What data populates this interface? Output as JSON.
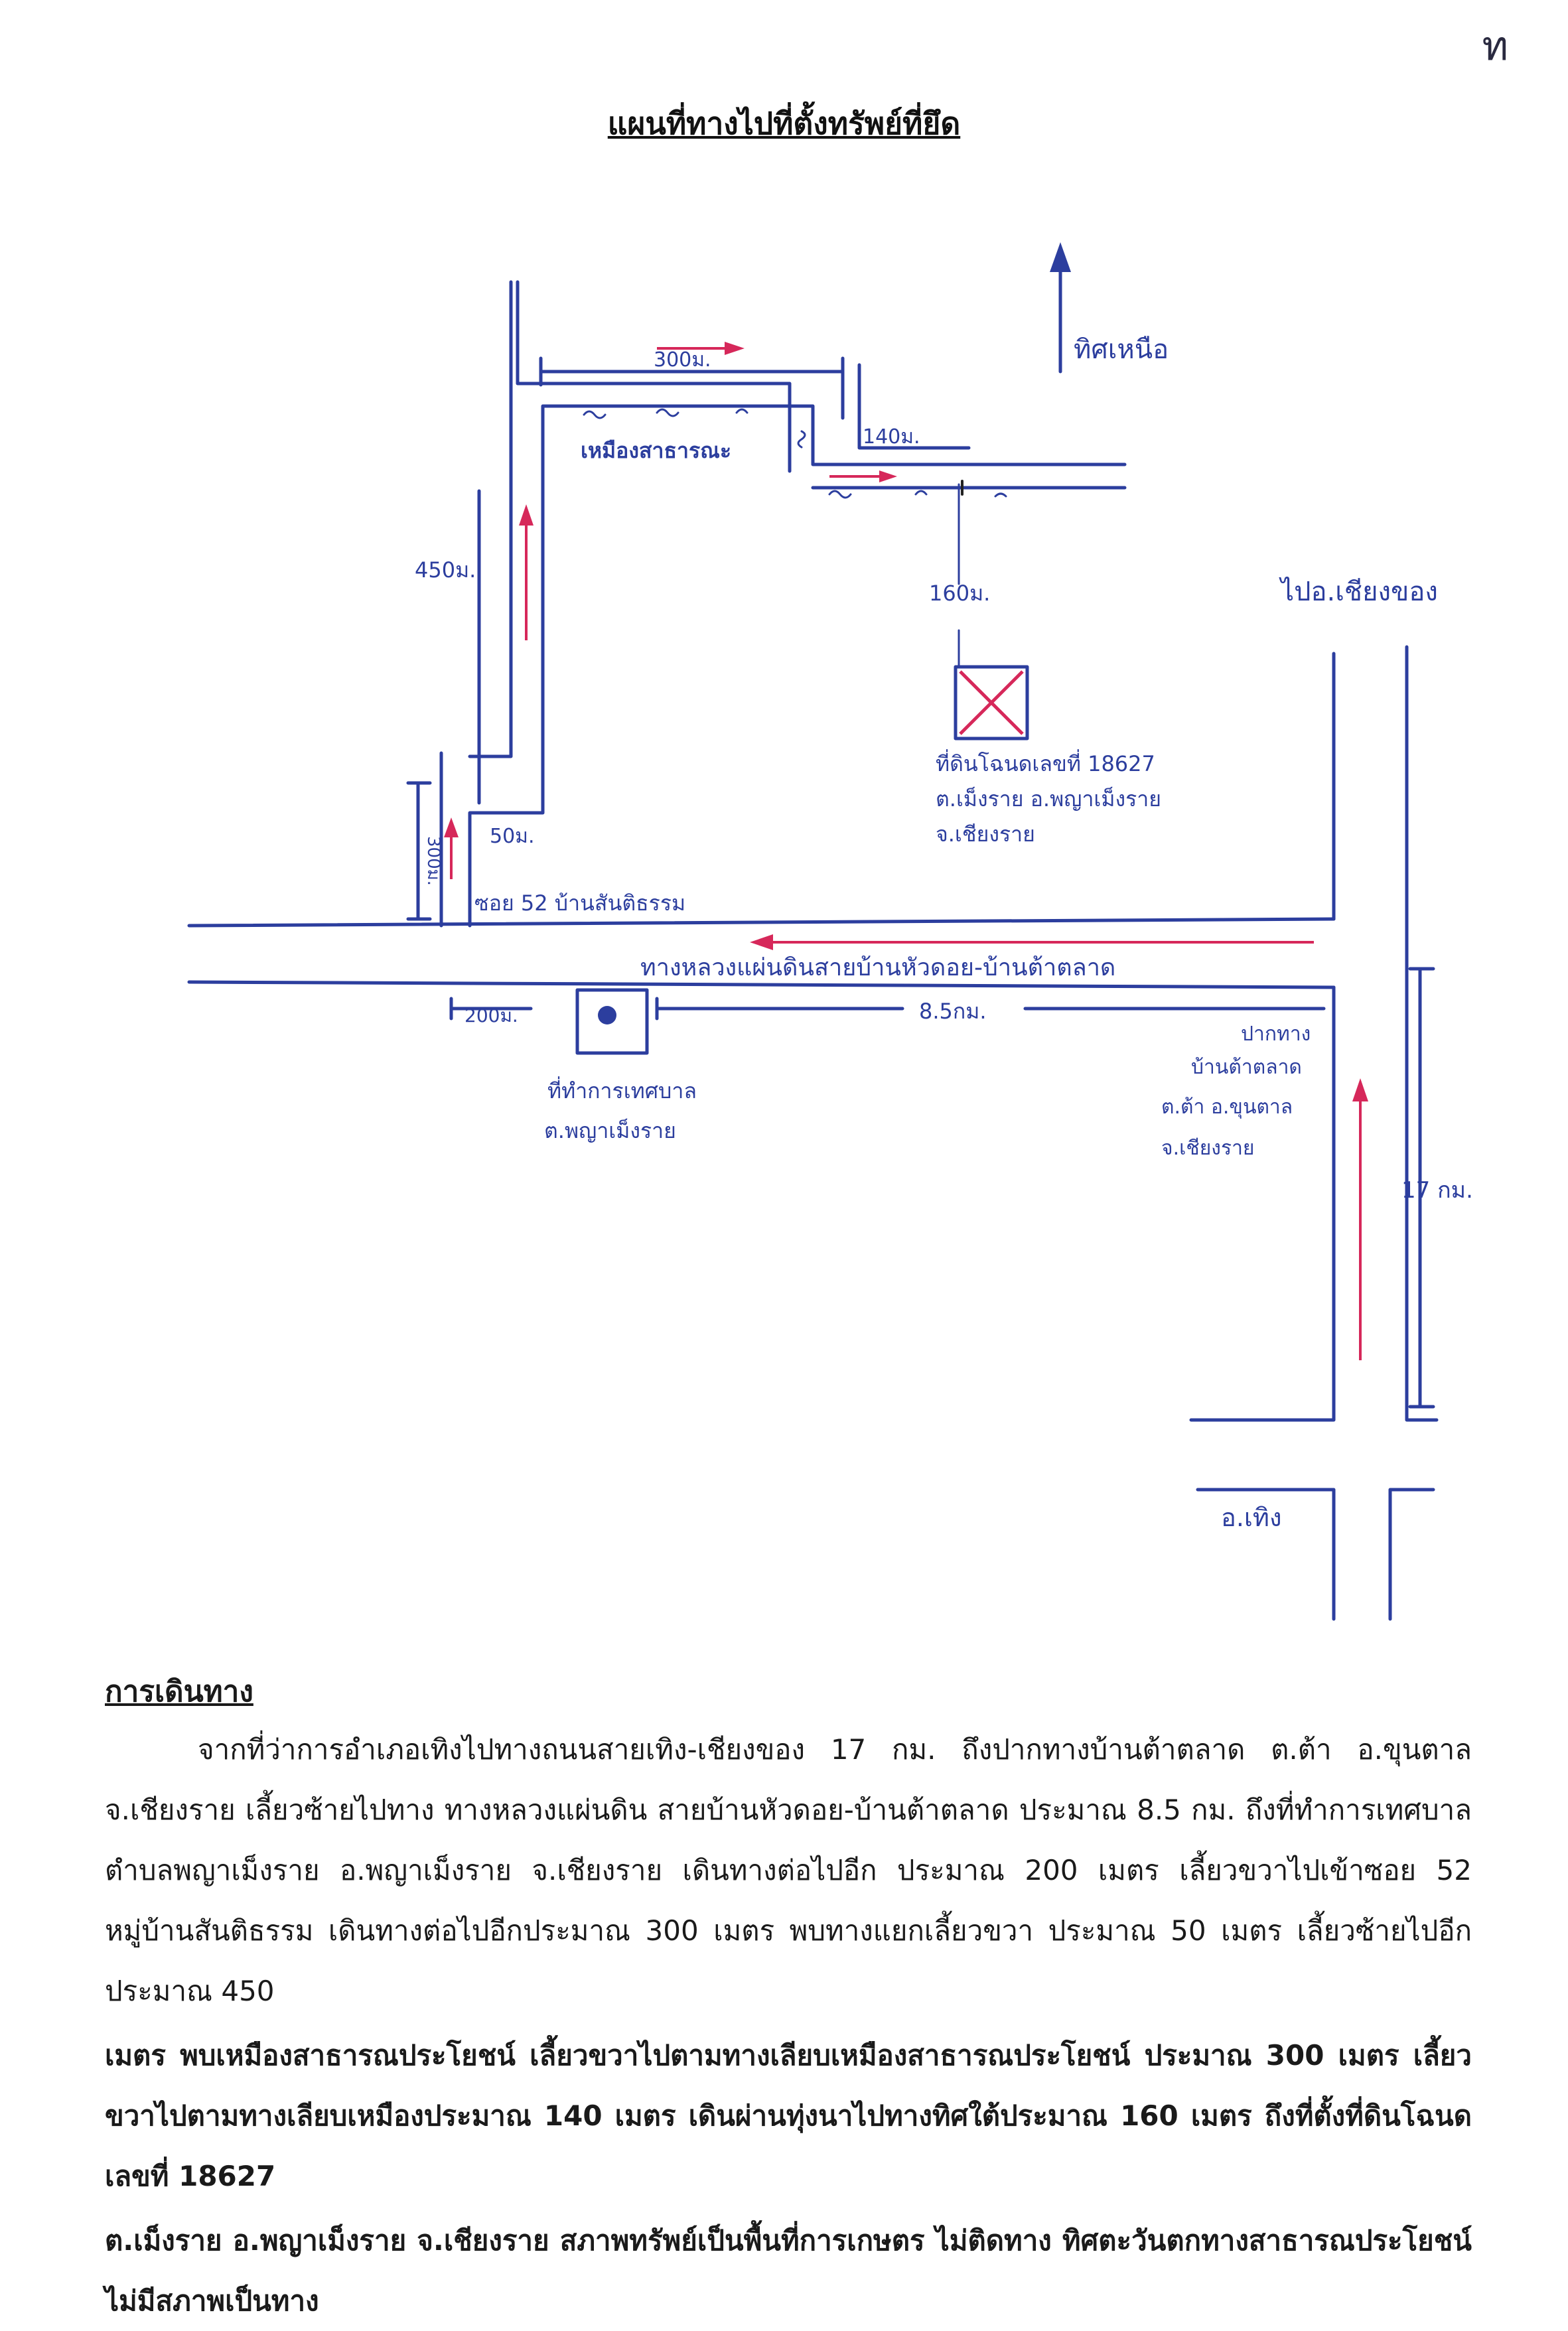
{
  "page_number": "ท",
  "title": "แผนที่ทางไปที่ตั้งทรัพย์ที่ยึด",
  "map": {
    "north_label": "ทิศเหนือ",
    "to_chiang_khong": "ไปอ.เชียงของ",
    "to_thoeng": "อ.เทิง",
    "canal_label": "เหมืองสาธารณะ",
    "dist_300m": "300ม.",
    "dist_140m": "140ม.",
    "dist_160m": "160ม.",
    "dist_450m": "450ม.",
    "dist_50m": "50ม.",
    "dist_300m_soi": "300ม.",
    "dist_200m": "200ม.",
    "dist_8_5km": "8.5กม.",
    "dist_17km": "17 กม.",
    "soi_label": "ซอย 52 บ้านสันติธรรม",
    "highway_label": "ทางหลวงแผ่นดินสายบ้านหัวดอย-บ้านต้าตลาด",
    "parcel_lines": [
      "ที่ดินโฉนดเลขที่ 18627",
      "ต.เม็งราย อ.พญาเม็งราย",
      "จ.เชียงราย"
    ],
    "office_lines": [
      "ที่ทำการเทศบาล",
      "ต.พญาเม็งราย"
    ],
    "junction_lines": [
      "ปากทาง",
      "บ้านต้าตลาด",
      "ต.ต้า อ.ขุนตาล",
      "จ.เชียงราย"
    ],
    "colors": {
      "ink_blue": "#2c3e9e",
      "ink_red": "#d6285a"
    }
  },
  "route": {
    "heading": "การเดินทาง",
    "p1": "จากที่ว่าการอำเภอเทิงไปทางถนนสายเทิง-เชียงของ 17 กม. ถึงปากทางบ้านต้าตลาด ต.ต้า อ.ขุนตาล จ.เชียงราย เลี้ยวซ้ายไปทาง ทางหลวงแผ่นดิน สายบ้านหัวดอย-บ้านต้าตลาด ประมาณ 8.5 กม. ถึงที่ทำการเทศบาลตำบลพญาเม็งราย อ.พญาเม็งราย จ.เชียงราย เดินทางต่อไปอีก ประมาณ 200 เมตร เลี้ยวขวาไปเข้าซอย 52 หมู่บ้านสันติธรรม เดินทางต่อไปอีกประมาณ 300 เมตร พบทางแยกเลี้ยวขวา ประมาณ 50 เมตร เลี้ยวซ้ายไปอีกประมาณ 450",
    "p2": "เมตร พบเหมืองสาธารณประโยชน์ เลี้ยวขวาไปตามทางเลียบเหมืองสาธารณประโยชน์ ประมาณ 300 เมตร เลี้ยวขวาไปตามทางเลียบเหมืองประมาณ 140 เมตร เดินผ่านทุ่งนาไปทางทิศใต้ประมาณ 160 เมตร ถึงที่ตั้งที่ดินโฉนดเลขที่ 18627",
    "p3": "ต.เม็งราย อ.พญาเม็งราย จ.เชียงราย สภาพทรัพย์เป็นพื้นที่การเกษตร ไม่ติดทาง ทิศตะวันตกทางสาธารณประโยชน์ไม่มีสภาพเป็นทาง"
  }
}
